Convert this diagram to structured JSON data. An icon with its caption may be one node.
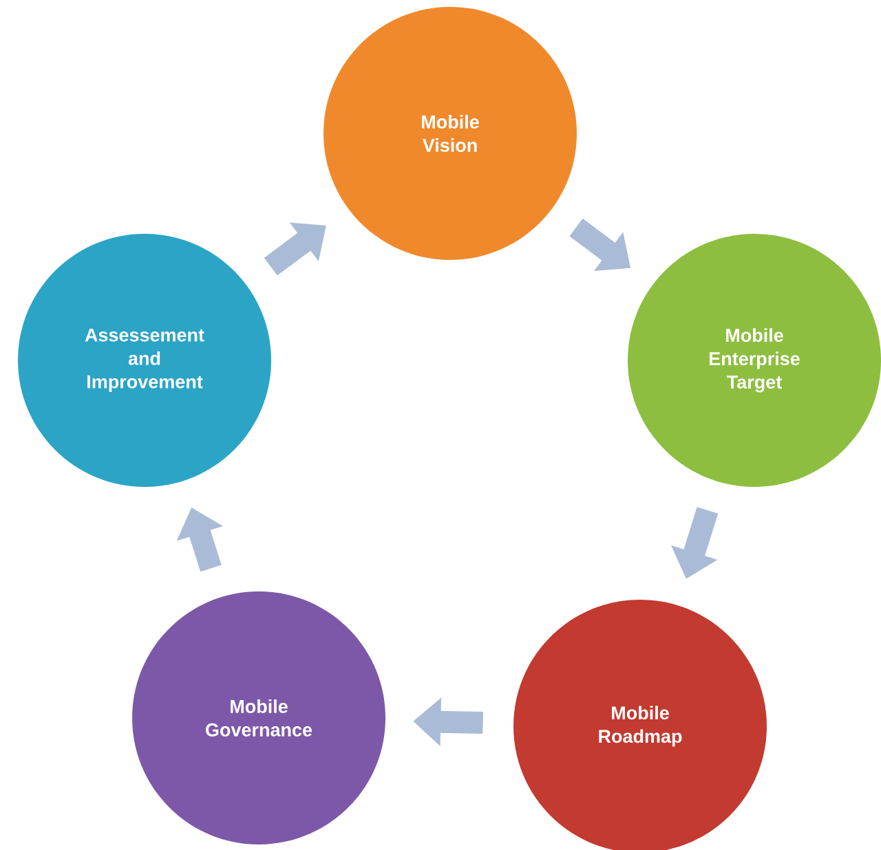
{
  "diagram": {
    "nodes": [
      {
        "text": [
          "Mobile Vision"
        ]
      },
      {
        "text": [
          "Mobile Enterprise Target"
        ]
      },
      {
        "text": [
          "Mobile Roadmap"
        ]
      },
      {
        "text": [
          "Mobile Governance"
        ]
      },
      {
        "text": [
          "Assessement and Improvement"
        ]
      }
    ],
    "edges": [
      {
        "from": 0,
        "to": 1,
        "arrow": "to"
      },
      {
        "from": 1,
        "to": 2,
        "arrow": "to"
      },
      {
        "from": 2,
        "to": 3,
        "arrow": "to"
      },
      {
        "from": 3,
        "to": 4,
        "arrow": "to"
      },
      {
        "from": 4,
        "to": 0,
        "arrow": "to"
      }
    ]
  }
}
